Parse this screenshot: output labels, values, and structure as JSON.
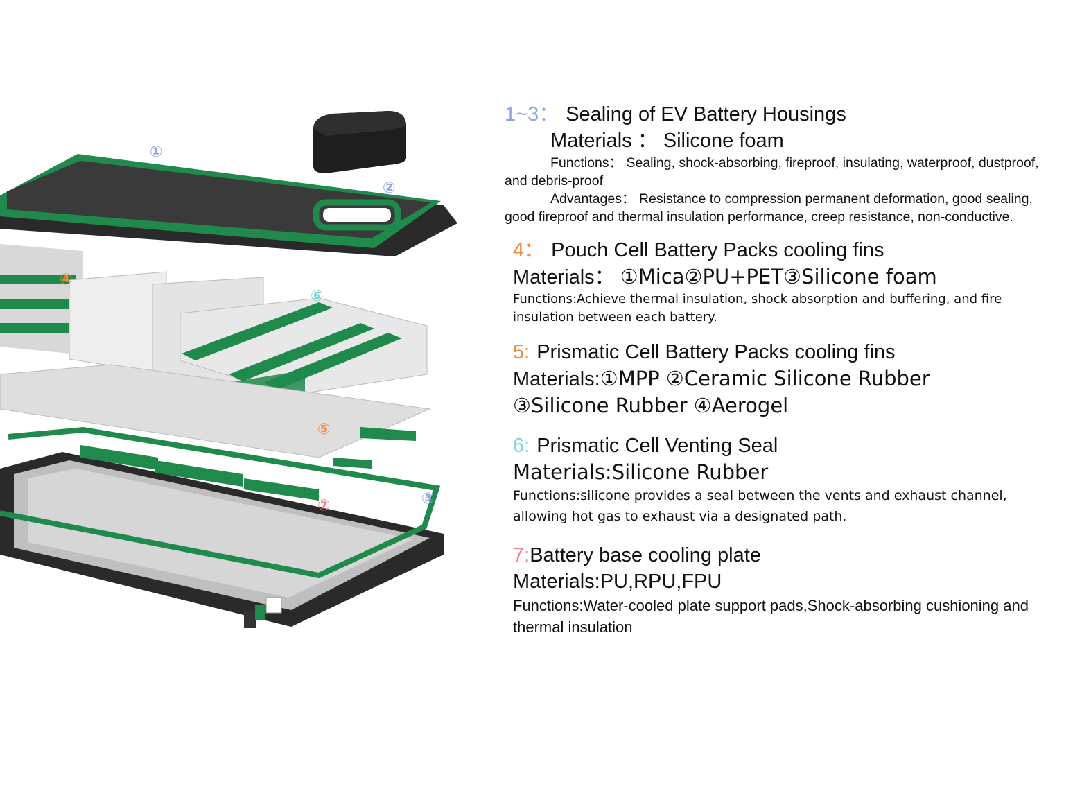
{
  "callouts": {
    "c1": "①",
    "c2": "②",
    "c3": "③",
    "c4": "④",
    "c5": "⑤",
    "c6": "⑥",
    "c7": "⑦"
  },
  "colors": {
    "c1": "#8fa6dd",
    "c2": "#8fa6dd",
    "c3": "#8fa6dd",
    "c4": "#f0883a",
    "c5": "#f0883a",
    "c6": "#7fd6d0",
    "c7": "#ee7f8e",
    "green": "#1f8a4c",
    "dark": "#2b2b2b",
    "cell": "#e6e6e6"
  },
  "sections": [
    {
      "num": "1~3：",
      "title": "Sealing of EV Battery Housings",
      "materials": "Materials ： Silicone foam",
      "functions_label": "Functions：",
      "functions": "Sealing, shock-absorbing, fireproof, insulating, waterproof, dustproof, and debris-proof",
      "advantages_label": "Advantages：",
      "advantages": "Resistance to compression permanent deformation, good sealing, good fireproof and thermal insulation performance, creep resistance, non-conductive."
    },
    {
      "num": "4：",
      "title": "Pouch Cell Battery Packs cooling fins",
      "materials_label": "Materials：",
      "materials_value": "①Mica②PU+PET③Silicone foam",
      "functions": "Functions:Achieve thermal insulation, shock absorption and buffering, and fire insulation between each battery."
    },
    {
      "num": "5:",
      "title": "Prismatic Cell Battery Packs cooling fins",
      "materials_label": "Materials:",
      "materials_line1": "①MPP ②Ceramic Silicone Rubber",
      "materials_line2": "③Silicone Rubber ④Aerogel"
    },
    {
      "num": "6:",
      "title": "Prismatic Cell Venting Seal",
      "materials": "Materials:Silicone Rubber",
      "functions": "Functions:silicone provides a seal between the vents and exhaust channel, allowing hot gas to exhaust via a designated path."
    },
    {
      "num": "7:",
      "title": "Battery base cooling plate",
      "materials": "Materials:PU,RPU,FPU",
      "functions": "Functions:Water-cooled plate support pads,Shock-absorbing cushioning and thermal insulation"
    }
  ]
}
